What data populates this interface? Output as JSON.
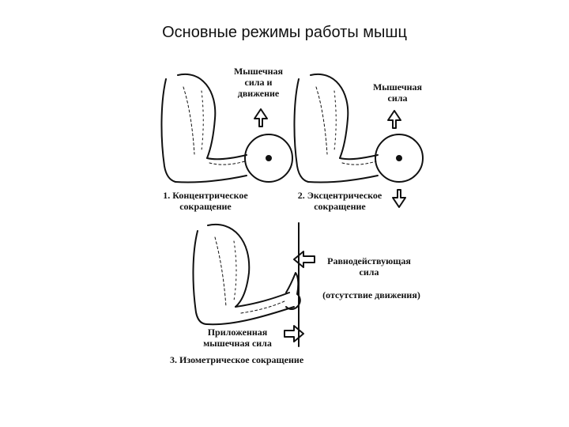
{
  "title": "Основные режимы работы мышц",
  "panel1": {
    "force_label": [
      "Мышечная",
      "сила и",
      "движение"
    ],
    "caption": [
      "1. Концентрическое",
      "сокращение"
    ]
  },
  "panel2": {
    "force_label": [
      "Мышечная",
      "сила"
    ],
    "caption": [
      "2. Эксцентрическое",
      "сокращение"
    ]
  },
  "panel3": {
    "resultant_label": [
      "Равнодействующая",
      "сила"
    ],
    "no_motion_label": "(отсутствие движения)",
    "applied_label": [
      "Приложенная",
      "мышечная сила"
    ],
    "caption": "3. Изометрическое сокращение"
  }
}
